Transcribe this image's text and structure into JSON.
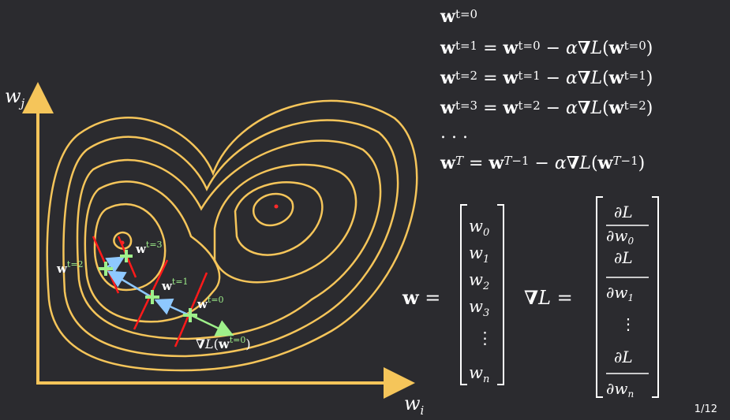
{
  "axes": {
    "x_label": "w_i",
    "y_label": "w_j"
  },
  "points": {
    "p0": "w^{t=0}",
    "p1": "w^{t=1}",
    "p2": "w^{t=2}",
    "p3": "w^{t=3}",
    "gradient": "∇L(w^{t=0})"
  },
  "equations": [
    "w^{t=0}",
    "w^{t=1} = w^{t=0} − α∇L(w^{t=0})",
    "w^{t=2} = w^{t=1} − α∇L(w^{t=1})",
    "w^{t=3} = w^{t=2} − α∇L(w^{t=2})",
    "...",
    "w^T = w^{T−1} − α∇L(w^{T−1})"
  ],
  "vector_w": {
    "lhs": "w =",
    "entries": [
      "w_0",
      "w_1",
      "w_2",
      "w_3",
      "⋮",
      "w_n"
    ]
  },
  "vector_grad": {
    "lhs": "∇L =",
    "entries": [
      "∂L/∂w_0",
      "∂L/∂w_1",
      "⋮",
      "∂L/∂w_n"
    ]
  },
  "colors": {
    "contour": "#f5c55a",
    "path": "#8ec8ff",
    "marker": "#9ef08a",
    "tangent": "#ff1a1a",
    "center": "#ff2a2a",
    "background": "#2b2b2f"
  },
  "slide_number": "1/12"
}
